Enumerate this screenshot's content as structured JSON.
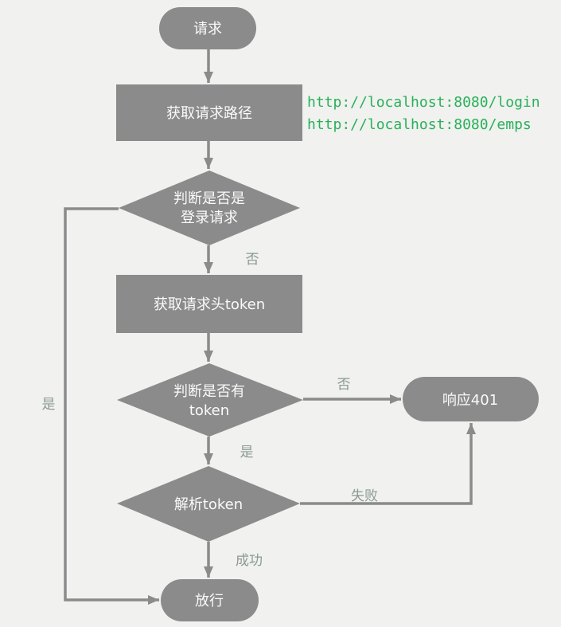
{
  "diagram": {
    "title": "login-check-filter-flowchart",
    "colors": {
      "background": "#f1f1ef",
      "node_fill": "#8b8b8b",
      "line": "#8b8b8b",
      "node_text": "#fafafa",
      "edge_label": "#8a9a93",
      "url_text": "#28b15a"
    },
    "nodes": {
      "start": {
        "label": "请求",
        "shape": "stadium"
      },
      "get_path": {
        "label": "获取请求路径",
        "shape": "rect"
      },
      "decision_login": {
        "line1": "判断是否是",
        "line2": "登录请求",
        "shape": "diamond"
      },
      "get_token": {
        "label": "获取请求头token",
        "shape": "rect"
      },
      "decision_has_token": {
        "line1": "判断是否有",
        "line2": "token",
        "shape": "diamond"
      },
      "respond_401": {
        "label": "响应401",
        "shape": "stadium"
      },
      "parse_token": {
        "label": "解析token",
        "shape": "diamond"
      },
      "pass": {
        "label": "放行",
        "shape": "stadium"
      }
    },
    "edge_labels": {
      "login_no": "否",
      "login_yes": "是",
      "token_no": "否",
      "token_yes": "是",
      "parse_fail": "失败",
      "parse_success": "成功"
    },
    "annotations": {
      "url_login": "http://localhost:8080/login",
      "url_emps": "http://localhost:8080/emps"
    }
  }
}
